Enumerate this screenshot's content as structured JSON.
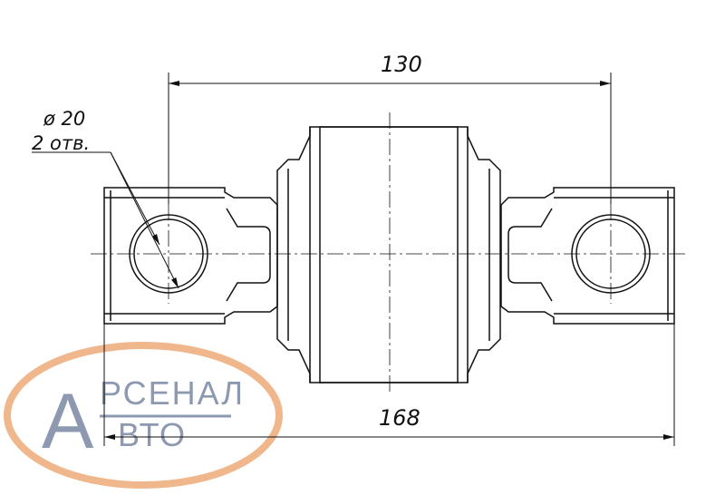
{
  "dimensions": {
    "top": "130",
    "bottom": "168",
    "hole_diameter": "ø 20",
    "hole_count": "2 отв."
  },
  "logo": {
    "initial": "А",
    "line1": "РСЕНАЛ",
    "line2": "ВТО",
    "ring_color": "#f0b78c",
    "letter_color": "#8d99b0"
  },
  "colors": {
    "outline": "#111111",
    "background": "#ffffff"
  }
}
